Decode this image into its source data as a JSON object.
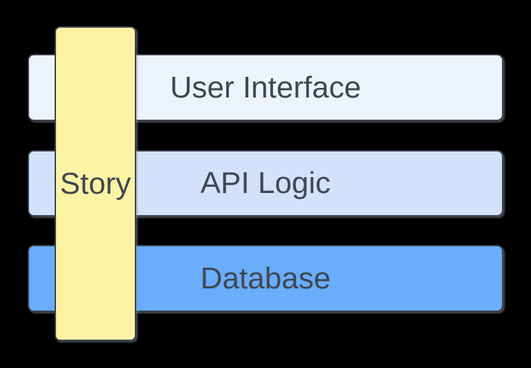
{
  "diagram": {
    "background_color": "#000000",
    "stroke_color": "#3a414b",
    "text_color": "#3f4852",
    "layers": [
      {
        "label": "User Interface",
        "fill": "#edf3fd"
      },
      {
        "label": "API Logic",
        "fill": "#d2e2fb"
      },
      {
        "label": "Database",
        "fill": "#69adfb"
      }
    ],
    "story_bar": {
      "label": "Story",
      "fill": "#fcf3a4"
    }
  }
}
